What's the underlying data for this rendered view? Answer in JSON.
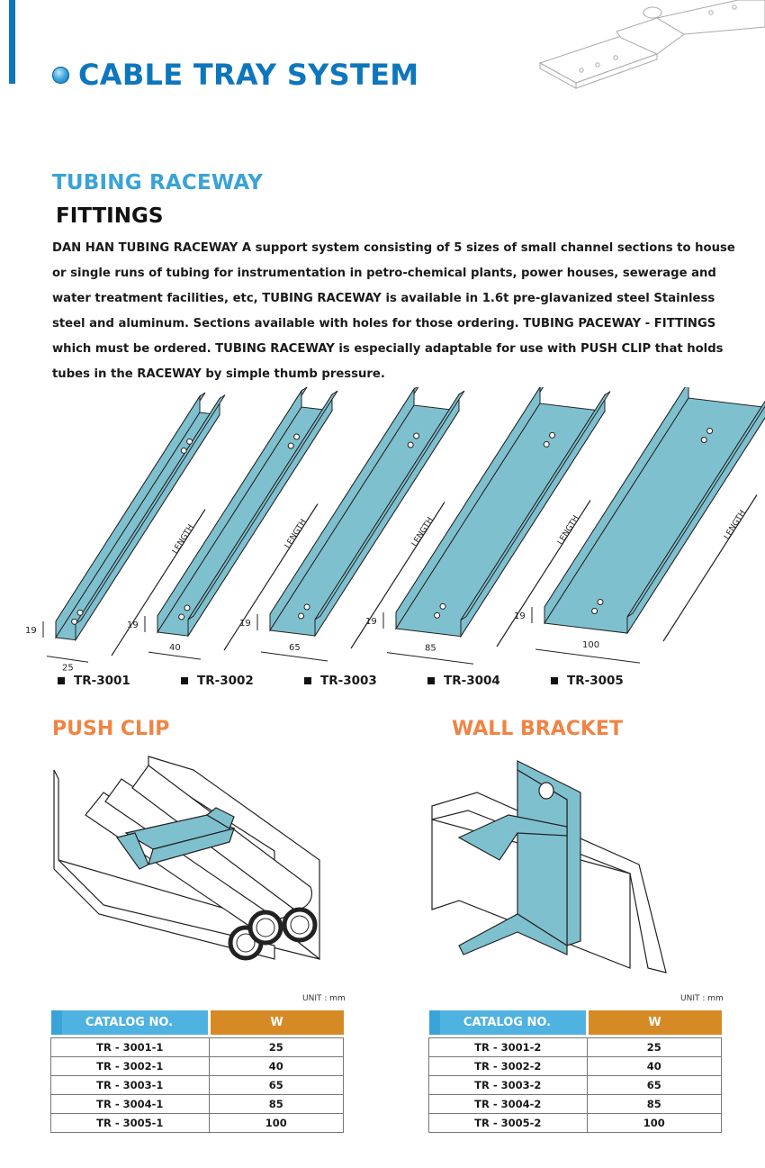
{
  "header": {
    "title": "CABLE TRAY SYSTEM"
  },
  "section": {
    "heading": "TUBING RACEWAY",
    "subheading": "FITTINGS",
    "description": "DAN HAN TUBING RACEWAY A support system consisting of 5 sizes of small channel sections to house or single runs of tubing for instrumentation in petro-chemical plants, power houses, sewerage and water treatment facilities, etc, TUBING RACEWAY is available in 1.6t pre-glavanized steel Stainless steel and aluminum. Sections available with holes for those ordering. TUBING PACEWAY - FITTINGS which must be ordered. TUBING RACEWAY is especially adaptable for use with PUSH CLIP that holds tubes in the RACEWAY by simple thumb pressure."
  },
  "raceways": [
    {
      "code": "TR-3001",
      "width": "25",
      "height": "19",
      "length_label": "LENGTH"
    },
    {
      "code": "TR-3002",
      "width": "40",
      "height": "19",
      "length_label": "LENGTH"
    },
    {
      "code": "TR-3003",
      "width": "65",
      "height": "19",
      "length_label": "LENGTH"
    },
    {
      "code": "TR-3004",
      "width": "85",
      "height": "19",
      "length_label": "LENGTH"
    },
    {
      "code": "TR-3005",
      "width": "100",
      "height": "19",
      "length_label": "LENGTH"
    }
  ],
  "push_clip": {
    "heading": "PUSH CLIP",
    "unit": "UNIT : mm",
    "columns": [
      "CATALOG NO.",
      "W"
    ],
    "rows": [
      [
        "TR - 3001-1",
        "25"
      ],
      [
        "TR - 3002-1",
        "40"
      ],
      [
        "TR - 3003-1",
        "65"
      ],
      [
        "TR - 3004-1",
        "85"
      ],
      [
        "TR - 3005-1",
        "100"
      ]
    ]
  },
  "wall_bracket": {
    "heading": "WALL BRACKET",
    "unit": "UNIT : mm",
    "columns": [
      "CATALOG NO.",
      "W"
    ],
    "rows": [
      [
        "TR - 3001-2",
        "25"
      ],
      [
        "TR - 3002-2",
        "40"
      ],
      [
        "TR - 3003-2",
        "65"
      ],
      [
        "TR - 3004-2",
        "85"
      ],
      [
        "TR - 3005-2",
        "100"
      ]
    ]
  },
  "colors": {
    "title_blue": "#0e76bc",
    "heading_blue": "#3aa3d8",
    "heading_orange": "#f08444",
    "channel_fill": "#7fc0cf",
    "table_orange": "#d68a26"
  }
}
